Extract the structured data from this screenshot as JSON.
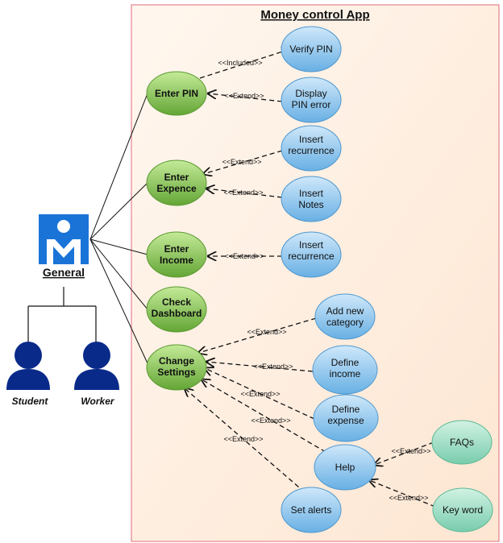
{
  "title": "Money control App",
  "colors": {
    "system_border": "#e06b7a",
    "green_fill_light": "#b6e08a",
    "green_fill_dark": "#6aab3d",
    "blue_fill_light": "#bfe0f7",
    "blue_fill_dark": "#6cb4e6",
    "teal_fill_light": "#c4ecdc",
    "teal_fill_dark": "#7fcfb0",
    "actor_blue": "#0a2a8a",
    "general_blue": "#1a74d8"
  },
  "actors": {
    "general": "General",
    "student": "Student",
    "worker": "Worker"
  },
  "use_cases": {
    "enter_pin": [
      "Enter PIN"
    ],
    "enter_expence": [
      "Enter",
      "Expence"
    ],
    "enter_income": [
      "Enter",
      "Income"
    ],
    "check_dashboard": [
      "Check",
      "Dashboard"
    ],
    "change_settings": [
      "Change",
      "Settings"
    ],
    "verify_pin": [
      "Verify PIN"
    ],
    "display_pin_error": [
      "Display",
      "PIN error"
    ],
    "insert_recurrence_1": [
      "Insert",
      "recurrence"
    ],
    "insert_notes": [
      "Insert",
      "Notes"
    ],
    "insert_recurrence_2": [
      "Insert",
      "recurrence"
    ],
    "add_new_category": [
      "Add new",
      "category"
    ],
    "define_income": [
      "Define",
      "income"
    ],
    "define_expense": [
      "Define",
      "expense"
    ],
    "help": [
      "Help"
    ],
    "set_alerts": [
      "Set alerts"
    ],
    "faqs": [
      "FAQs"
    ],
    "key_word": [
      "Key word"
    ]
  },
  "relations": {
    "included": "<<Included>>",
    "extend": "<<Extend>>"
  }
}
